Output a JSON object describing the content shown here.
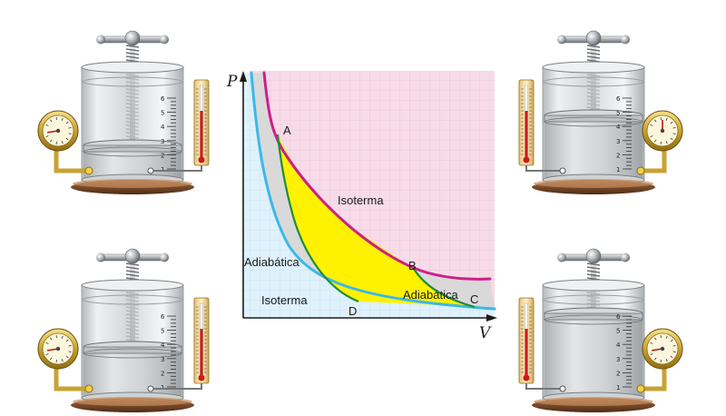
{
  "diagram": {
    "axes": {
      "x_label": "V",
      "y_label": "P"
    },
    "curve_labels": {
      "isotherm_hot": "Isoterma",
      "isotherm_cold": "Isoterma",
      "adiabatic_left": "Adiabática",
      "adiabatic_right": "Adiabática"
    },
    "points": {
      "A": "A",
      "B": "B",
      "C": "C",
      "D": "D"
    },
    "colors": {
      "isotherm_hot": "#cc1f8a",
      "isotherm_cold": "#3cb8e8",
      "adiabatic": "#1f8c3a",
      "cycle_fill": "#fff200",
      "band_fill": "#d9d9d9",
      "hot_region": "#f7dbe8",
      "cold_region": "#dff1fb"
    }
  },
  "apparatus": {
    "scale_ticks": [
      "6",
      "5",
      "4",
      "3",
      "2",
      "1"
    ]
  }
}
